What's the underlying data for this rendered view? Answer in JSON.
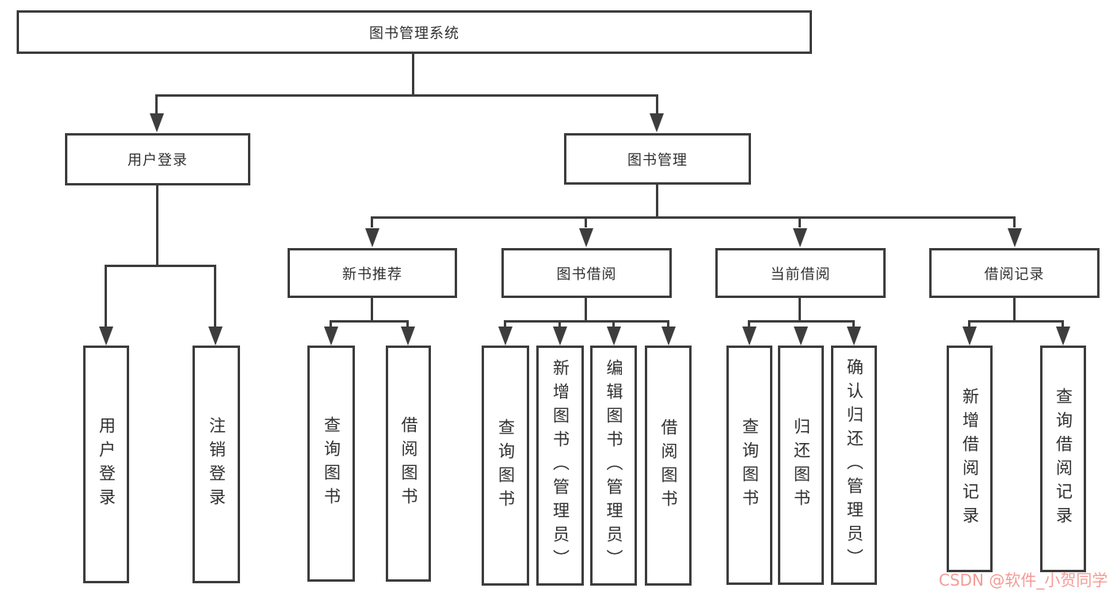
{
  "diagram": {
    "title": "图书管理系统",
    "root": {
      "label": "图书管理系统"
    },
    "branches": [
      {
        "label": "用户登录",
        "children": [
          {
            "label": "用户登录"
          },
          {
            "label": "注销登录"
          }
        ]
      },
      {
        "label": "图书管理",
        "children": [
          {
            "label": "新书推荐",
            "children": [
              {
                "label": "查询图书"
              },
              {
                "label": "借阅图书"
              }
            ]
          },
          {
            "label": "图书借阅",
            "children": [
              {
                "label": "查询图书"
              },
              {
                "label": "新增图书（管理员）"
              },
              {
                "label": "编辑图书（管理员）"
              },
              {
                "label": "借阅图书"
              }
            ]
          },
          {
            "label": "当前借阅",
            "children": [
              {
                "label": "查询图书"
              },
              {
                "label": "归还图书"
              },
              {
                "label": "确认归还（管理员）"
              }
            ]
          },
          {
            "label": "借阅记录",
            "children": [
              {
                "label": "新增借阅记录"
              },
              {
                "label": "查询借阅记录"
              }
            ]
          }
        ]
      }
    ]
  },
  "watermark": {
    "text": "CSDN @软件_小贺同学",
    "color": "#f2837d"
  },
  "style": {
    "line_color": "#3d3d3d",
    "text_color": "#303030",
    "background": "#ffffff"
  }
}
